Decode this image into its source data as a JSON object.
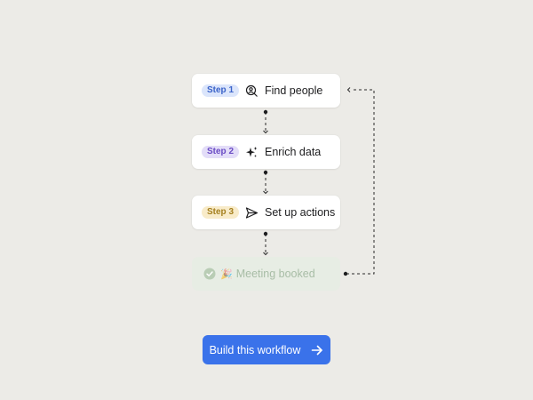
{
  "workflow": {
    "steps": [
      {
        "badge": "Step 1",
        "label": "Find people",
        "icon": "search-person-icon",
        "badge_bg": "#dbe5fb",
        "badge_fg": "#3b63c9"
      },
      {
        "badge": "Step 2",
        "label": "Enrich data",
        "icon": "sparkle-icon",
        "badge_bg": "#e3ddf8",
        "badge_fg": "#6a4bc4"
      },
      {
        "badge": "Step 3",
        "label": "Set up actions",
        "icon": "send-icon",
        "badge_bg": "#f8ebc9",
        "badge_fg": "#a5801f"
      }
    ],
    "outcome": {
      "label": "Meeting booked",
      "icon": "check-circle-icon",
      "emoji": "🎉",
      "color": "#a8bda6"
    }
  },
  "cta": {
    "label": "Build this workflow",
    "icon": "arrow-right-icon",
    "color": "#3a72ea"
  },
  "colors": {
    "background": "#ecebe7",
    "connector": "#2a2a2a"
  }
}
